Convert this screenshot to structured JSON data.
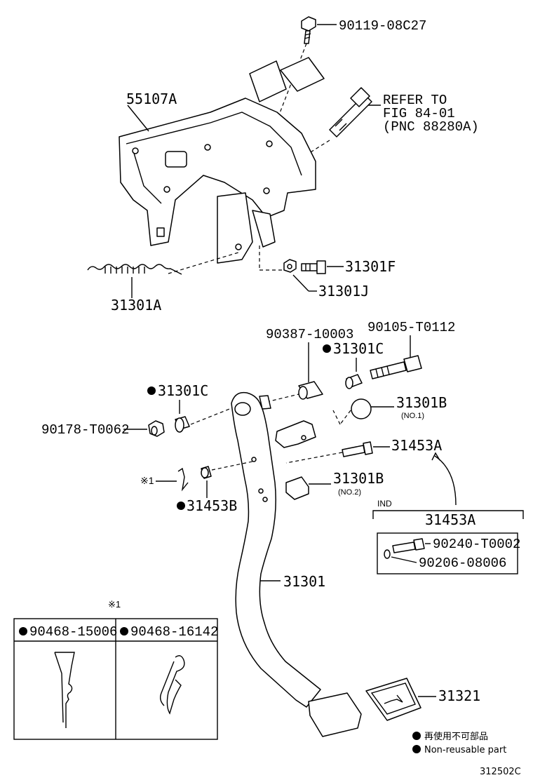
{
  "labels": {
    "p_90119": "90119-08C27",
    "refer_line1": "REFER TO",
    "refer_line2": "FIG 84-01",
    "refer_line3": "(PNC 88280A)",
    "p_55107A": "55107A",
    "p_31301F": "31301F",
    "p_31301J": "31301J",
    "p_31301A": "31301A",
    "p_90387": "90387-10003",
    "p_90105": "90105-T0112",
    "p_31301C_top": "31301C",
    "p_31301C_left": "31301C",
    "p_31301B_1": "31301B",
    "p_31301B_1_sub": "(NO.1)",
    "p_90178": "90178-T0062",
    "p_31453A": "31453A",
    "note_mark": "※1",
    "p_31301B_2": "31301B",
    "p_31301B_2_sub": "(NO.2)",
    "p_31453B": "31453B",
    "ind_label": "IND",
    "ind_title": "31453A",
    "ind_90240": "90240-T0002",
    "ind_90206": "90206-08006",
    "p_31301": "31301",
    "note_mark_table": "※1",
    "table_col1": "90468-15006",
    "table_col2": "90468-16142",
    "p_31321": "31321",
    "legend_jp": "再使用不可部品",
    "legend_en": "Non-reusable part",
    "figure_code": "312502C"
  },
  "colors": {
    "ink": "#000000",
    "paper": "#ffffff"
  },
  "icons": {
    "non_reusable": "filled-circle-icon"
  }
}
